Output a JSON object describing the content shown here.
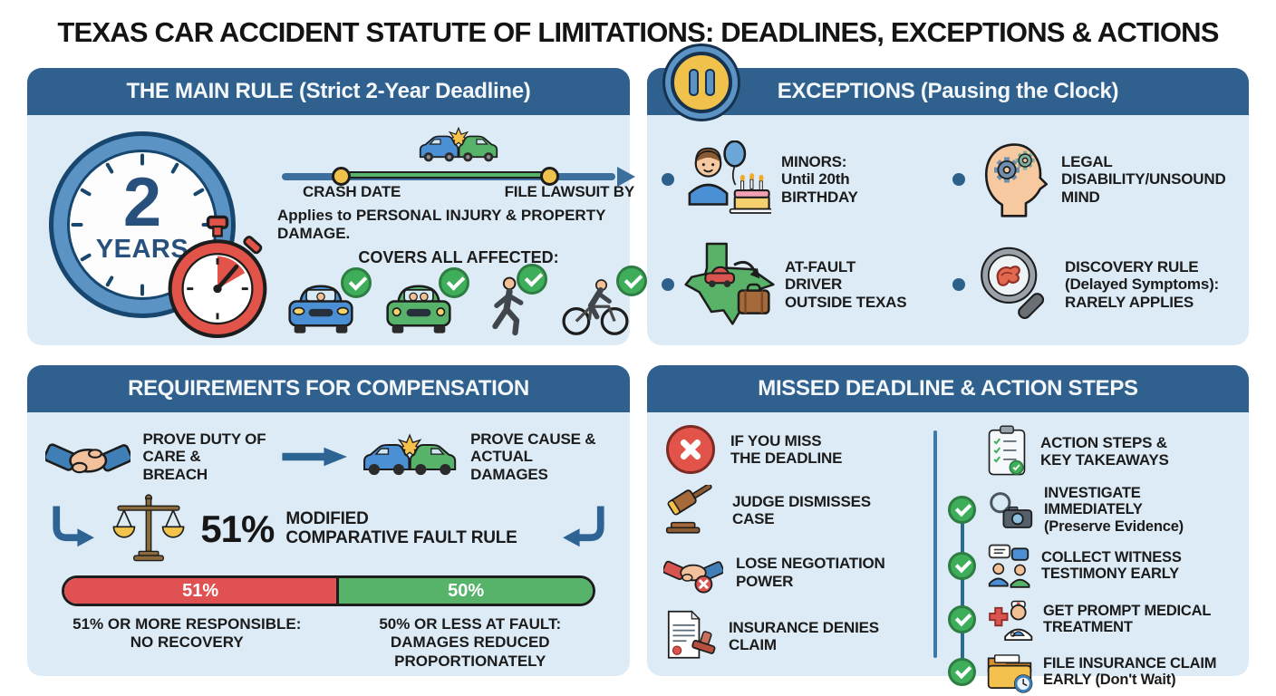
{
  "title": "TEXAS CAR ACCIDENT STATUTE OF LIMITATIONS: DEADLINES, EXCEPTIONS & ACTIONS",
  "colors": {
    "header_bar": "#30618e",
    "panel_bg": "#dcebf5",
    "accent_navy": "#16324f",
    "bar_red": "#e05252",
    "bar_green": "#57b26a",
    "dot_yellow": "#f0c14b",
    "check_green": "#3fae5a"
  },
  "panels": {
    "main_rule": {
      "header": "THE MAIN RULE (Strict 2-Year Deadline)",
      "clock_number": "2",
      "clock_unit": "YEARS",
      "timeline": {
        "start_label": "CRASH DATE",
        "end_label": "FILE LAWSUIT BY"
      },
      "applies_note": "Applies to PERSONAL INJURY & PROPERTY DAMAGE.",
      "covers_heading": "COVERS ALL AFFECTED:",
      "covered_icons": [
        "blue-car",
        "green-car",
        "pedestrian",
        "cyclist"
      ]
    },
    "exceptions": {
      "header": "EXCEPTIONS (Pausing the Clock)",
      "header_icon": "pause",
      "items": [
        {
          "icon": "minor-birthday",
          "label": "MINORS:\nUntil 20th\nBIRTHDAY"
        },
        {
          "icon": "head-gears",
          "label": "LEGAL\nDISABILITY/UNSOUND\nMIND"
        },
        {
          "icon": "texas-travel",
          "label": "AT-FAULT\nDRIVER\nOUTSIDE TEXAS"
        },
        {
          "icon": "discovery-magnifier",
          "label": "DISCOVERY RULE\n(Delayed Symptoms):\nRARELY APPLIES"
        }
      ]
    },
    "compensation": {
      "header": "REQUIREMENTS FOR COMPENSATION",
      "step1_label": "PROVE DUTY OF\nCARE & BREACH",
      "step2_label": "PROVE CAUSE &\nACTUAL DAMAGES",
      "fault_rule_pct": "51%",
      "fault_rule_label": "MODIFIED\nCOMPARATIVE FAULT RULE",
      "bar": {
        "left_value": "51%",
        "right_value": "50%"
      },
      "left_note": "51% OR MORE RESPONSIBLE:\nNO RECOVERY",
      "right_note": "50% OR LESS AT FAULT:\nDAMAGES REDUCED\nPROPORTIONATELY"
    },
    "missed_deadline": {
      "header": "MISSED DEADLINE & ACTION STEPS",
      "consequences": [
        {
          "icon": "x-circle",
          "label": "IF YOU MISS\nTHE DEADLINE"
        },
        {
          "icon": "gavel",
          "label": "JUDGE DISMISSES\nCASE"
        },
        {
          "icon": "handshake-x",
          "label": "LOSE NEGOTIATION\nPOWER"
        },
        {
          "icon": "document-stamp",
          "label": "INSURANCE DENIES\nCLAIM"
        }
      ],
      "actions_heading": {
        "icon": "clipboard-checklist",
        "label": "ACTION STEPS &\nKEY TAKEAWAYS"
      },
      "actions": [
        {
          "icon": "investigate-camera",
          "label": "INVESTIGATE IMMEDIATELY\n(Preserve Evidence)"
        },
        {
          "icon": "witness-chat",
          "label": "COLLECT WITNESS\nTESTIMONY EARLY"
        },
        {
          "icon": "medical-doctor",
          "label": "GET PROMPT MEDICAL\nTREATMENT"
        },
        {
          "icon": "folder-clock",
          "label": "FILE INSURANCE CLAIM\nEARLY (Don't Wait)"
        }
      ]
    }
  }
}
